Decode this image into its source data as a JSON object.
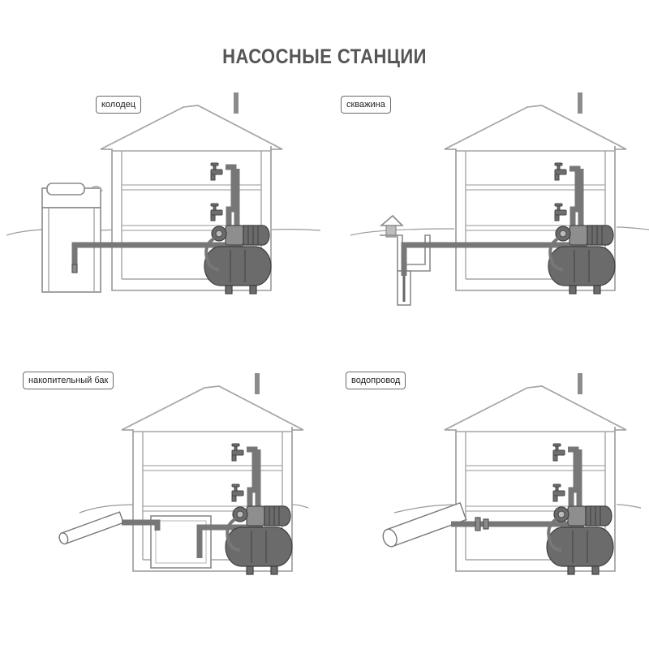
{
  "title": "НАСОСНЫЕ СТАНЦИИ",
  "schemes": [
    {
      "label": "колодец"
    },
    {
      "label": "скважина"
    },
    {
      "label": "накопительный бак"
    },
    {
      "label": "водопровод"
    }
  ],
  "colors": {
    "pipe": "#777777",
    "pump": "#6b6b6b",
    "outline": "#9a9a9a",
    "title": "#555555"
  }
}
